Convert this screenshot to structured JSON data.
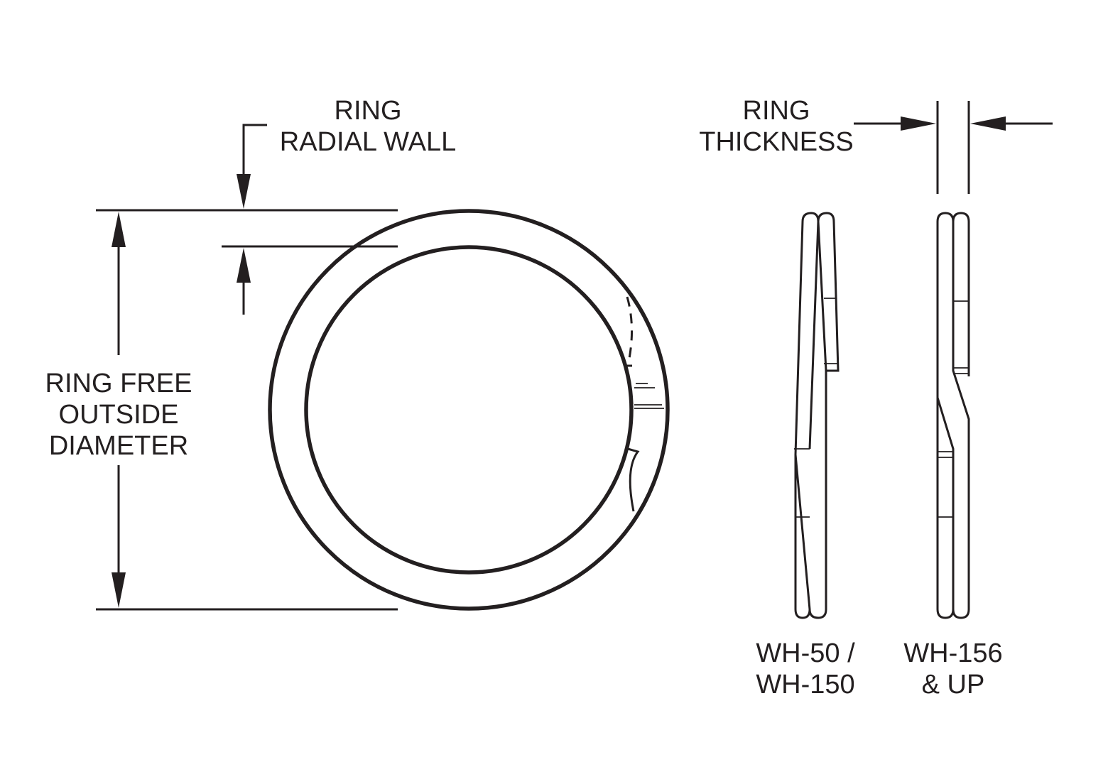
{
  "labels": {
    "radial_wall_line1": "RING",
    "radial_wall_line2": "RADIAL WALL",
    "thickness_line1": "RING",
    "thickness_line2": "THICKNESS",
    "diameter_line1": "RING FREE",
    "diameter_line2": "OUTSIDE",
    "diameter_line3": "DIAMETER",
    "variant_a_line1": "WH-50 /",
    "variant_a_line2": "WH-150",
    "variant_b_line1": "WH-156",
    "variant_b_line2": "& UP"
  },
  "colors": {
    "ink": "#231f20",
    "background": "#ffffff"
  }
}
